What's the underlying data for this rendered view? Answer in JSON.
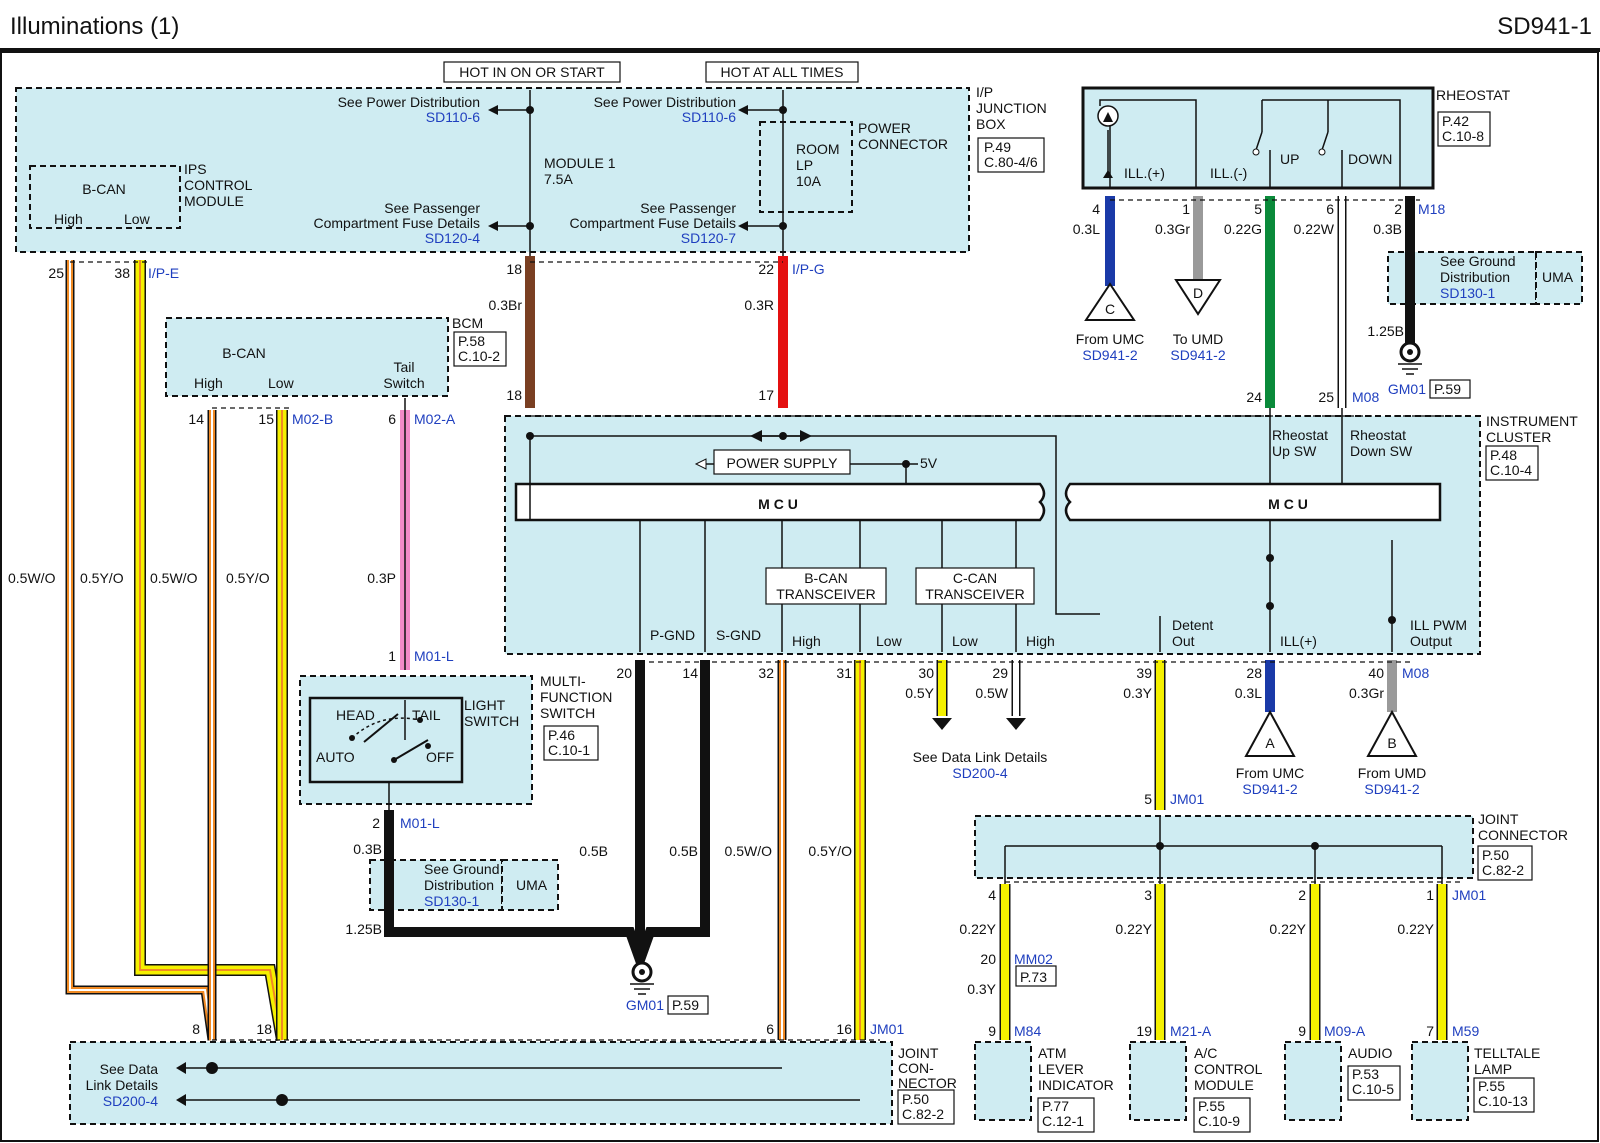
{
  "header": {
    "title": "Illuminations (1)",
    "code": "SD941-1"
  },
  "power": {
    "hot_on": "HOT IN ON OR START",
    "hot_always": "HOT AT ALL TIMES",
    "see_power": "See Power Distribution",
    "see_power_ref": "SD110-6",
    "see_passenger_1": "See Passenger",
    "see_passenger_2": "Compartment Fuse Details",
    "pass_ref_left": "SD120-4",
    "pass_ref_right": "SD120-7"
  },
  "junction_box": {
    "name_1": "I/P",
    "name_2": "JUNCTION",
    "name_3": "BOX",
    "page": "P.49",
    "conn": "C.80-4/6",
    "module_fuse_1": "MODULE 1",
    "module_fuse_2": "7.5A",
    "room_1": "ROOM",
    "room_2": "LP",
    "room_3": "10A",
    "power_conn_1": "POWER",
    "power_conn_2": "CONNECTOR"
  },
  "ips": {
    "bcan": "B-CAN",
    "high": "High",
    "low": "Low",
    "name_1": "IPS",
    "name_2": "CONTROL",
    "name_3": "MODULE",
    "pin_high": "25",
    "pin_low": "38",
    "conn": "I/P-E"
  },
  "bcm": {
    "bcan": "B-CAN",
    "high": "High",
    "low": "Low",
    "tail_1": "Tail",
    "tail_2": "Switch",
    "name": "BCM",
    "page": "P.58",
    "conn": "C.10-2",
    "pin_high": "14",
    "pin_low": "15",
    "conn_id": "M02-B",
    "pin_tail": "6",
    "conn_tail": "M02-A"
  },
  "wires": {
    "w05wo": "0.5W/O",
    "w05yo": "0.5Y/O",
    "w03p": "0.3P",
    "w03br": "0.3Br",
    "w03r": "0.3R",
    "w03b": "0.3B",
    "w125b": "1.25B",
    "w05b": "0.5B",
    "w05y": "0.5Y",
    "w05w": "0.5W",
    "w03y": "0.3Y",
    "w03l": "0.3L",
    "w03gr": "0.3Gr",
    "w022g": "0.22G",
    "w022w": "0.22W",
    "w022y": "0.22Y"
  },
  "pins": {
    "p18": "18",
    "p22": "22",
    "ipg": "I/P-G",
    "p17": "17",
    "p1": "1",
    "m01l": "M01-L",
    "p2": "2",
    "p20": "20",
    "p14": "14",
    "p32": "32",
    "p31": "31",
    "p30": "30",
    "p29": "29",
    "p39": "39",
    "p28": "28",
    "p40": "40",
    "m08": "M08",
    "r4": "4",
    "r1": "1",
    "r5": "5",
    "r6": "6",
    "r2": "2",
    "m18": "M18",
    "p24": "24",
    "p25": "25",
    "jc8": "8",
    "jc18": "18",
    "jc6": "6",
    "jc16": "16",
    "jm01": "JM01",
    "jn5": "5",
    "jn4": "4",
    "jn3": "3",
    "jn2": "2",
    "jn1": "1",
    "mm02_20": "20",
    "mm02": "MM02",
    "mm02_page": "P.73",
    "m84_9": "9",
    "m84": "M84",
    "m21_19": "19",
    "m21": "M21-A",
    "m09_9": "9",
    "m09": "M09-A",
    "m59_7": "7",
    "m59": "M59"
  },
  "mfs": {
    "head": "HEAD",
    "tail": "TAIL",
    "auto": "AUTO",
    "off": "OFF",
    "light_1": "LIGHT",
    "light_2": "SWITCH",
    "name_1": "MULTI-",
    "name_2": "FUNCTION",
    "name_3": "SWITCH",
    "page": "P.46",
    "conn": "C.10-1"
  },
  "ground": {
    "see_1": "See Ground",
    "see_2": "Distribution",
    "ref": "SD130-1",
    "uma": "UMA",
    "gm01": "GM01",
    "gm01_page": "P.59"
  },
  "cluster": {
    "name_1": "INSTRUMENT",
    "name_2": "CLUSTER",
    "page": "P.48",
    "conn": "C.10-4",
    "power_supply": "POWER SUPPLY",
    "v5": "5V",
    "mcu": "M C U",
    "bcan_t1": "B-CAN",
    "bcan_t2": "TRANSCEIVER",
    "ccan_t1": "C-CAN",
    "ccan_t2": "TRANSCEIVER",
    "pgnd": "P-GND",
    "sgnd": "S-GND",
    "high": "High",
    "low": "Low",
    "detent_1": "Detent",
    "detent_2": "Out",
    "ill_plus": "ILL(+)",
    "pwm_1": "ILL PWM",
    "pwm_2": "Output",
    "rup_1": "Rheostat",
    "rup_2": "Up SW",
    "rdn_1": "Rheostat",
    "rdn_2": "Down SW"
  },
  "rheostat": {
    "name": "RHEOSTAT",
    "page": "P.42",
    "conn": "C.10-8",
    "ill_p": "ILL.(+)",
    "ill_m": "ILL.(-)",
    "up": "UP",
    "down": "DOWN"
  },
  "offpage": {
    "c": "C",
    "from_umc": "From UMC",
    "ref_c": "SD941-2",
    "d": "D",
    "to_umd": "To UMD",
    "ref_d": "SD941-2",
    "a": "A",
    "ref_a": "SD941-2",
    "b": "B",
    "from_umd": "From UMD",
    "ref_b": "SD941-2"
  },
  "data_link": {
    "see_1": "See Data Link Details",
    "ref": "SD200-4",
    "j_1": "See Data",
    "j_2": "Link Details"
  },
  "joint_conn_bottom": {
    "n1": "JOINT",
    "n2": "CON-",
    "n3": "NECTOR",
    "page": "P.50",
    "conn": "C.82-2"
  },
  "joint_conn_right": {
    "n1": "JOINT",
    "n2": "CONNECTOR",
    "page": "P.50",
    "conn": "C.82-2"
  },
  "loads": {
    "atm_1": "ATM",
    "atm_2": "LEVER",
    "atm_3": "INDICATOR",
    "atm_page": "P.77",
    "atm_conn": "C.12-1",
    "ac_1": "A/C",
    "ac_2": "CONTROL",
    "ac_3": "MODULE",
    "ac_page": "P.55",
    "ac_conn": "C.10-9",
    "audio": "AUDIO",
    "audio_page": "P.53",
    "audio_conn": "C.10-5",
    "tt_1": "TELLTALE",
    "tt_2": "LAMP",
    "tt_page": "P.55",
    "tt_conn": "C.10-13"
  },
  "colors": {
    "orange": "#f08a24",
    "yellow": "#f4f000",
    "pink": "#f48ac8",
    "brown": "#7a3f22",
    "red": "#e41010",
    "blue": "#1a3aa8",
    "gray": "#9a9a9a",
    "green": "#0a8a3a",
    "panel": "#cfecf2"
  }
}
